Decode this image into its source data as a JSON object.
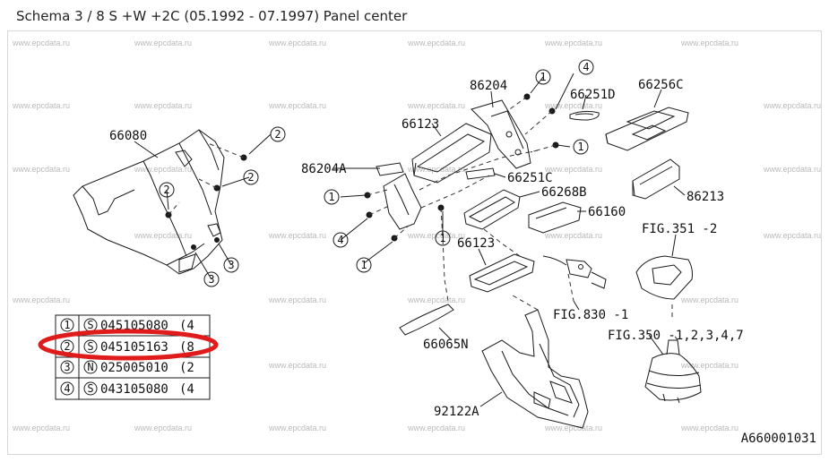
{
  "page": {
    "title": "Schema 3 / 8 S +W +2C (05.1992 - 07.1997) Panel center"
  },
  "watermark": "www.epcdata.ru",
  "drawing_code": "A660001031",
  "parts": {
    "p66080": "66080",
    "p86204": "86204",
    "p66123a": "66123",
    "p86204A": "86204A",
    "p66251D": "66251D",
    "p66256C": "66256C",
    "p66251C": "66251C",
    "p66268B": "66268B",
    "p66160": "66160",
    "p86213": "86213",
    "p66123b": "66123",
    "pFIG351": "FIG.351 -2",
    "pFIG830": "FIG.830 -1",
    "p66065N": "66065N",
    "pFIG350": "FIG.350 -1,2,3,4,7",
    "p92122A": "92122A"
  },
  "callouts": {
    "c1": "1",
    "c2": "2",
    "c3": "3",
    "c4": "4"
  },
  "fastener_table": {
    "rows": [
      {
        "num": "1",
        "type": "S",
        "part": "045105080",
        "qty": "(4"
      },
      {
        "num": "2",
        "type": "S",
        "part": "045105163",
        "qty": "(8"
      },
      {
        "num": "3",
        "type": "N",
        "part": "025005010",
        "qty": "(2"
      },
      {
        "num": "4",
        "type": "S",
        "part": "043105080",
        "qty": "(4"
      }
    ]
  },
  "highlight": {
    "color": "#e01b1b",
    "row": "2"
  }
}
